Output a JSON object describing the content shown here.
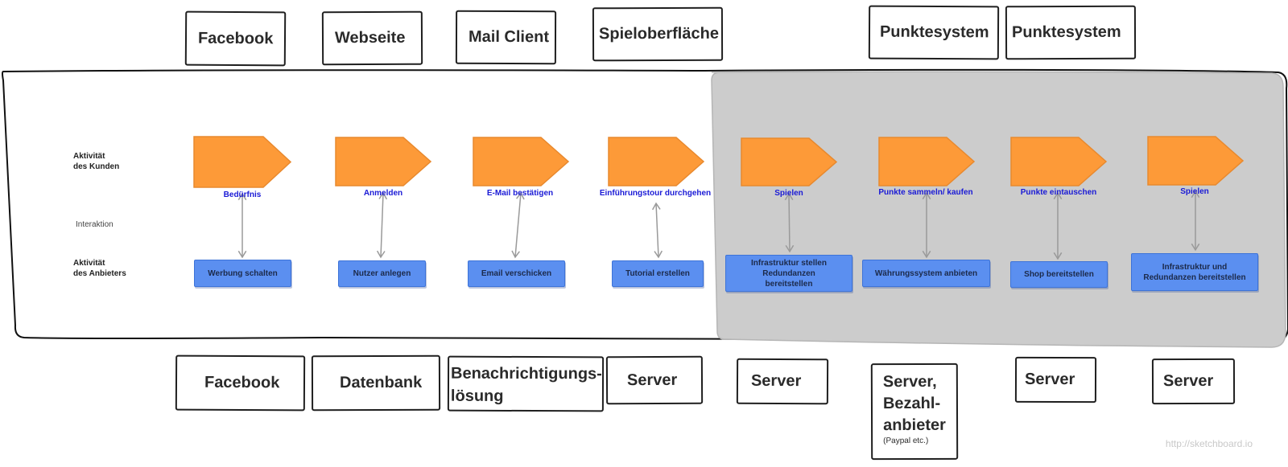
{
  "colors": {
    "arrow_fill": "#fd9a38",
    "arrow_stroke": "#e8892e",
    "provider_fill": "#5b8ff0",
    "provider_stroke": "#3d73d8",
    "step_label": "#1a1ad6",
    "gray_zone": "#cccccc",
    "connector": "#9a9a9a"
  },
  "row_labels": {
    "customer": [
      "Aktivität",
      "des Kunden"
    ],
    "interaction": "Interaktion",
    "provider": [
      "Aktivität",
      "des Anbieters"
    ]
  },
  "top_channels": [
    "Facebook",
    "Webseite",
    "Mail Client",
    "Spieloberfläche",
    "Punktesystem",
    "Punktesystem"
  ],
  "steps": [
    {
      "customer": "Bedürfnis",
      "provider": "Werbung schalten"
    },
    {
      "customer": "Anmelden",
      "provider": "Nutzer anlegen"
    },
    {
      "customer": "E-Mail bestätigen",
      "provider": "Email verschicken"
    },
    {
      "customer": "Einführungstour durchgehen",
      "provider": "Tutorial erstellen"
    },
    {
      "customer": "Spielen",
      "provider": "Infrastruktur stellen Redundanzen bereitstellen"
    },
    {
      "customer": "Punkte sammeln/ kaufen",
      "provider": "Währungssystem anbieten"
    },
    {
      "customer": "Punkte eintauschen",
      "provider": "Shop bereitstellen"
    },
    {
      "customer": "Spielen",
      "provider": "Infrastruktur und Redundanzen bereitstellen"
    }
  ],
  "bottom_resources": [
    {
      "lines": [
        "Facebook"
      ]
    },
    {
      "lines": [
        "Datenbank"
      ]
    },
    {
      "lines": [
        "Benachrichtigungs-",
        "lösung"
      ]
    },
    {
      "lines": [
        "Server"
      ]
    },
    {
      "lines": [
        "Server"
      ]
    },
    {
      "lines": [
        "Server,",
        "Bezahl-",
        "anbieter"
      ],
      "note": "(Paypal etc.)"
    },
    {
      "lines": [
        "Server"
      ]
    },
    {
      "lines": [
        "Server"
      ]
    }
  ],
  "watermark": "http://sketchboard.io"
}
